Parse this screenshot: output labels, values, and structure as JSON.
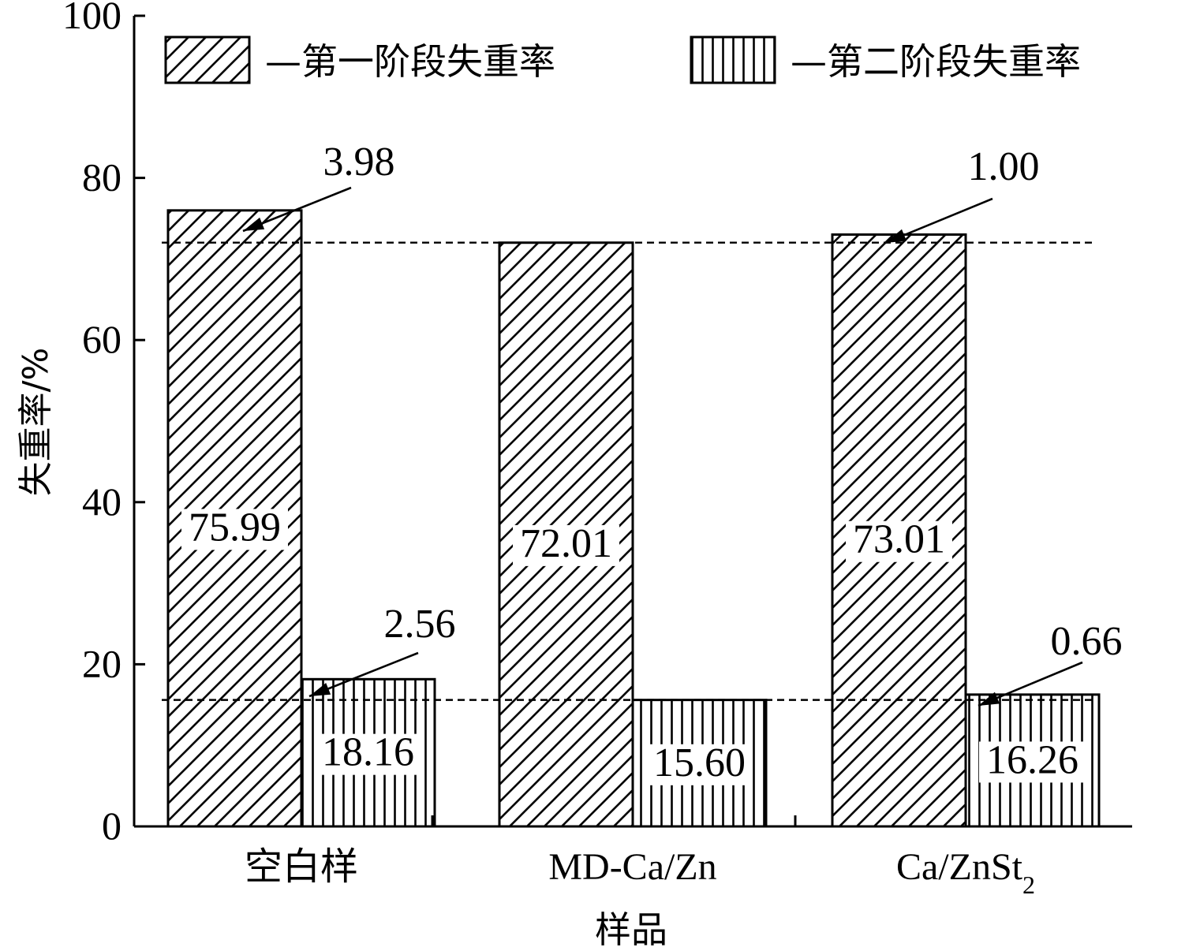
{
  "chart_data": {
    "type": "bar",
    "xlabel": "样品",
    "ylabel": "失重率/%",
    "ylim": [
      0,
      100
    ],
    "yticks": [
      0,
      20,
      40,
      60,
      80,
      100
    ],
    "grid": false,
    "legend_position": "top",
    "categories": [
      {
        "label": "空白样"
      },
      {
        "label": "MD-Ca/Zn"
      },
      {
        "label": "Ca/ZnSt",
        "subscript": "2"
      }
    ],
    "series": [
      {
        "name": "—第一阶段失重率",
        "pattern": "diagonal-hatch",
        "values": [
          75.99,
          72.01,
          73.01
        ],
        "labels": [
          "75.99",
          "72.01",
          "73.01"
        ]
      },
      {
        "name": "—第二阶段失重率",
        "pattern": "vertical-hatch",
        "values": [
          18.16,
          15.6,
          16.26
        ],
        "labels": [
          "18.16",
          "15.60",
          "16.26"
        ]
      }
    ],
    "reference_lines": [
      72.01,
      15.6
    ],
    "annotations": [
      {
        "text": "3.98",
        "category": 0,
        "series": 0
      },
      {
        "text": "1.00",
        "category": 2,
        "series": 0
      },
      {
        "text": "2.56",
        "category": 0,
        "series": 1
      },
      {
        "text": "0.66",
        "category": 2,
        "series": 1
      }
    ]
  }
}
